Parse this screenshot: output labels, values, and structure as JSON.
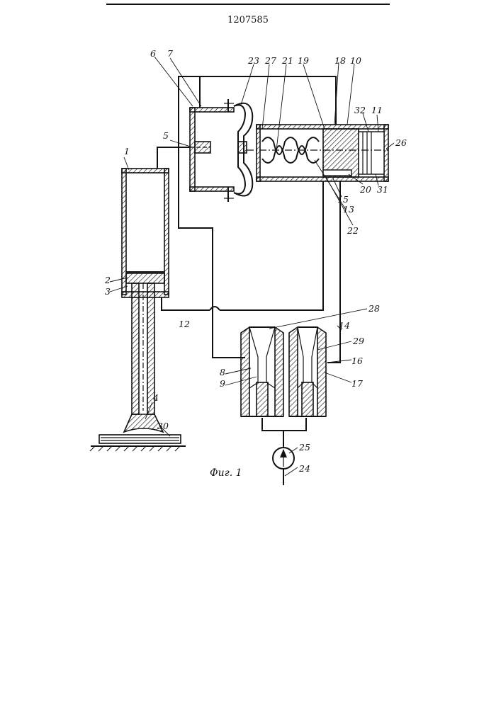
{
  "document": {
    "patent_number": "1207585",
    "figure_caption": "Фиг. 1"
  },
  "labels": {
    "n1": "1",
    "n2": "2",
    "n3": "3",
    "n4": "4",
    "n5": "5",
    "n6": "6",
    "n7": "7",
    "n8": "8",
    "n9": "9",
    "n10": "10",
    "n11": "11",
    "n12": "12",
    "n13": "13",
    "n14": "14",
    "n15": "15",
    "n16": "16",
    "n17": "17",
    "n18": "18",
    "n19": "19",
    "n20": "20",
    "n21": "21",
    "n22": "22",
    "n23": "23",
    "n24": "24",
    "n25": "25",
    "n26": "26",
    "n27": "27",
    "n28": "28",
    "n29": "29",
    "n30": "30",
    "n31": "31",
    "n32": "32"
  },
  "colors": {
    "ink": "#111111",
    "paper": "#ffffff"
  }
}
